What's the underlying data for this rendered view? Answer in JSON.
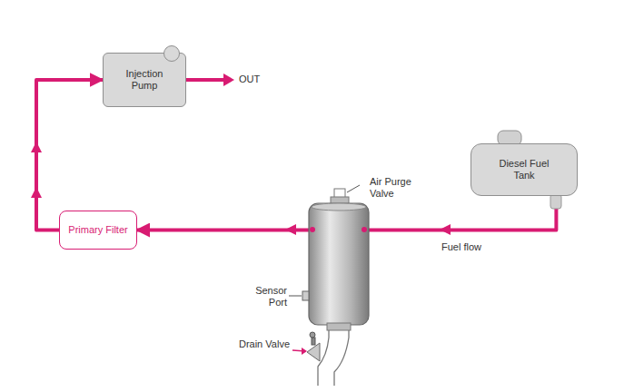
{
  "diagram": {
    "nodes": [
      {
        "text": [
          "Injection Pump"
        ]
      },
      {
        "text": [
          "Diesel Fuel Tank"
        ]
      },
      {
        "text": [
          "Primary Filter"
        ]
      }
    ],
    "edges": [
      {
        "from": 1,
        "to": 2,
        "arrow": "to"
      },
      {
        "from": 2,
        "to": 0,
        "arrow": "to"
      }
    ],
    "labels": [
      "OUT",
      "Air Purge Valve",
      "Fuel flow",
      "Sensor Port",
      "Drain Valve"
    ]
  }
}
